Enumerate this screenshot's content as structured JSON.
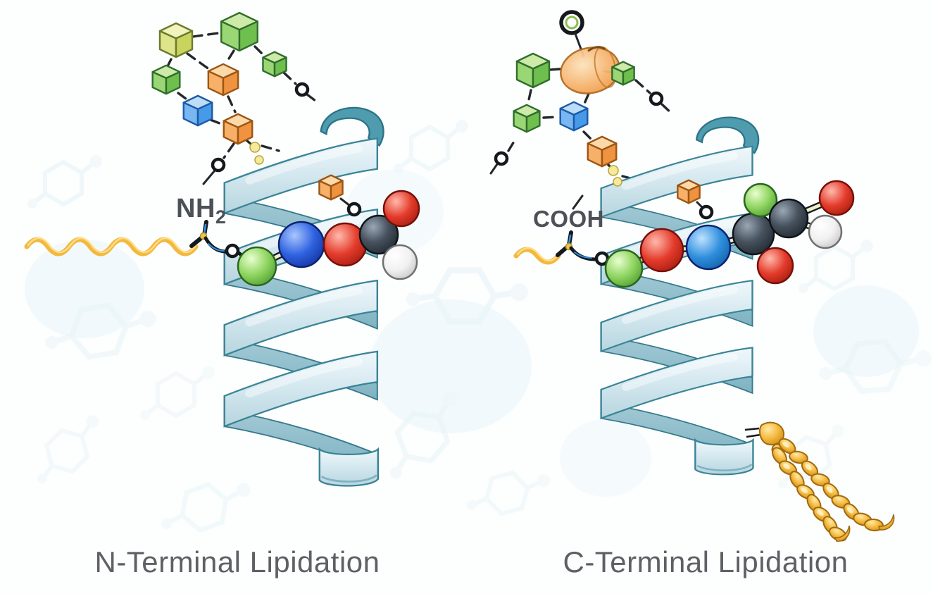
{
  "panels": [
    {
      "id": "n-terminal",
      "title": "N-Terminal Lipidation",
      "terminal_group": {
        "text": "NH",
        "subscript": "2"
      },
      "lipid_attachment": "single wavy acyl chain at N-terminus"
    },
    {
      "id": "c-terminal",
      "title": "C-Terminal Lipidation",
      "terminal_group": {
        "text": "COOH",
        "subscript": ""
      },
      "lipid_attachment": "twin braided acyl chains at C-terminus"
    }
  ],
  "theme": {
    "label": "#4b5156",
    "title": "#5d6165",
    "helix-ribbon": "#d6e9f0",
    "helix-outline": "#3a8496",
    "lipid-gold": "#f2b93e",
    "sugar-green": "#9ad674",
    "sugar-yellow-green": "#dde489",
    "sugar-blue": "#79b7f3",
    "sugar-orange": "#f7b067",
    "atom-carbon": "#47525e",
    "atom-nitrogen": "#2f62e0",
    "atom-oxygen": "#e43b2b",
    "atom-hydrogen": "#f1f1f1",
    "atom-green": "#8ed45f"
  }
}
